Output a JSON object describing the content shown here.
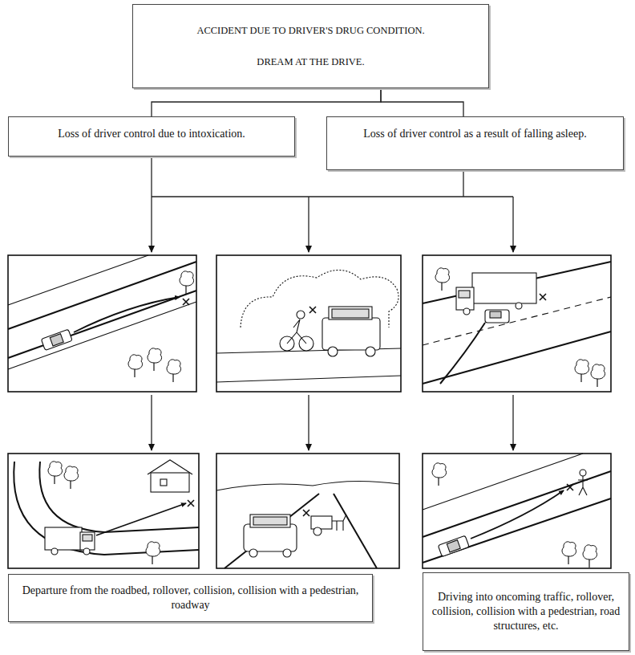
{
  "diagram": {
    "nodes": [
      {
        "text": [
          "ACCIDENT DUE TO DRIVER'S DRUG CONDITION.",
          "DREAM AT THE DRIVE."
        ]
      },
      {
        "text": [
          "Loss of driver control due to intoxication."
        ]
      },
      {
        "text": [
          "Loss of driver control as a result of falling asleep."
        ]
      },
      {
        "text": [
          "Departure from the roadbed, rollover, collision, collision with a pedestrian, roadway"
        ]
      },
      {
        "text": [
          "Driving into oncoming traffic, rollover, collision, collision with a pedestrian, road structures, etc."
        ]
      }
    ],
    "edges": [
      {
        "from": 0,
        "to": 1,
        "arrow": "none"
      },
      {
        "from": 0,
        "to": 2,
        "arrow": "none"
      }
    ]
  }
}
